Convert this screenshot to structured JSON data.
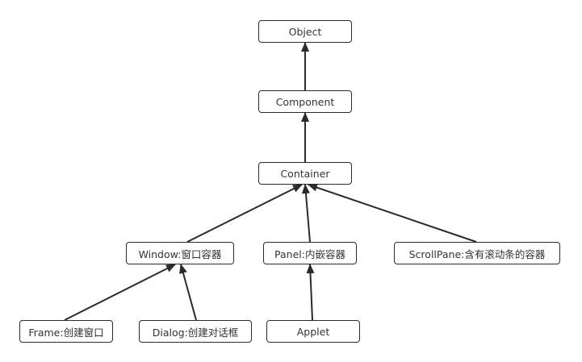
{
  "diagram": {
    "edge_color": "#2b2b2b",
    "nodes": {
      "object": "Object",
      "component": "Component",
      "container": "Container",
      "window": "Window:窗口容器",
      "panel": "Panel:内嵌容器",
      "scrollpane": "ScrollPane:含有滚动条的容器",
      "frame": "Frame:创建窗口",
      "dialog": "Dialog:创建对话框",
      "applet": "Applet"
    },
    "edges": [
      {
        "from": "component",
        "to": "object"
      },
      {
        "from": "container",
        "to": "component"
      },
      {
        "from": "window",
        "to": "container"
      },
      {
        "from": "panel",
        "to": "container"
      },
      {
        "from": "scrollpane",
        "to": "container"
      },
      {
        "from": "frame",
        "to": "window"
      },
      {
        "from": "dialog",
        "to": "window"
      },
      {
        "from": "applet",
        "to": "panel"
      }
    ]
  }
}
